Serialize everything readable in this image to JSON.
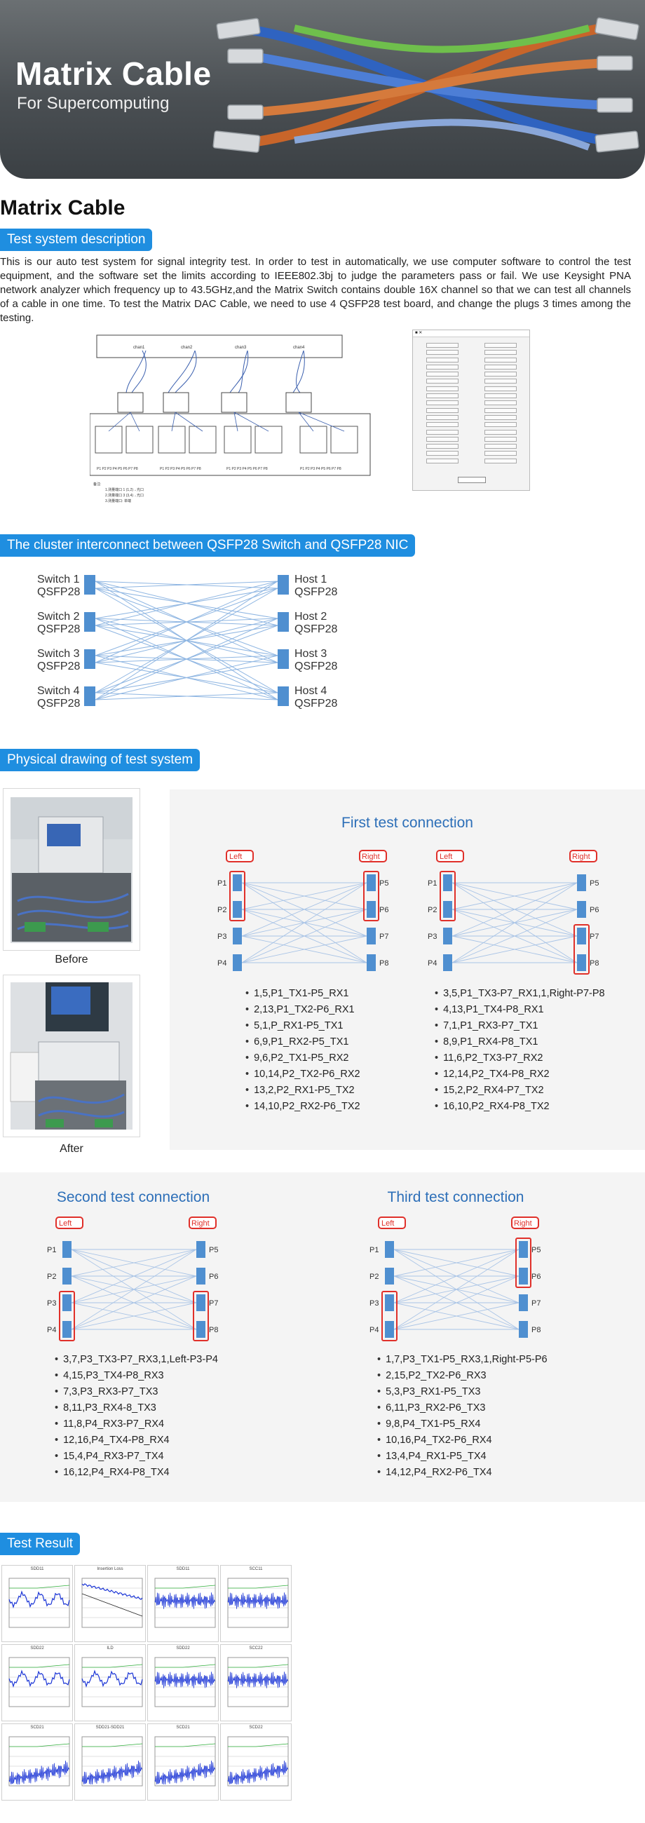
{
  "hero": {
    "title": "Matrix Cable",
    "subtitle": "For Supercomputing"
  },
  "page_title": "Matrix Cable",
  "sections": {
    "test_system": "Test system description",
    "cluster": "The cluster interconnect between QSFP28 Switch and QSFP28 NIC",
    "physical": "Physical drawing of test system",
    "result": "Test Result"
  },
  "description": "This is our auto test system for signal integrity test. In order to test in automatically, we use computer software to control the test equipment, and the software set the limits according to IEEE802.3bj to judge the parameters pass or fail. We use Keysight PNA network analyzer which frequency up to 43.5GHz,and the Matrix Switch contains double 16X channel so that we can test all channels of a cable in one time. To test the Matrix DAC Cable, we need to use 4 QSFP28 test board, and change the plugs 3 times among the testing.",
  "diagram": {
    "boxes": [
      "chan1",
      "chan2",
      "chan3",
      "chan4"
    ],
    "notes": [
      "备注:",
      "1.测量端口 1 (1,2)→光口",
      "2.测量端口 3 (3,4)→光口",
      "3.测量端口: 单端"
    ]
  },
  "cluster": {
    "left": [
      {
        "l1": "Switch 1",
        "l2": "QSFP28"
      },
      {
        "l1": "Switch 2",
        "l2": "QSFP28"
      },
      {
        "l1": "Switch 3",
        "l2": "QSFP28"
      },
      {
        "l1": "Switch 4",
        "l2": "QSFP28"
      }
    ],
    "right": [
      {
        "l1": "Host 1",
        "l2": "QSFP28"
      },
      {
        "l1": "Host 2",
        "l2": "QSFP28"
      },
      {
        "l1": "Host 3",
        "l2": "QSFP28"
      },
      {
        "l1": "Host 4",
        "l2": "QSFP28"
      }
    ]
  },
  "photos": {
    "before": "Before",
    "after": "After"
  },
  "connections": {
    "first": {
      "title": "First test connection"
    },
    "second": {
      "title": "Second test connection"
    },
    "third": {
      "title": "Third test connection"
    },
    "left_tag": "Left",
    "right_tag": "Right",
    "ports_left_a": [
      "P1",
      "P2",
      "P3",
      "P4"
    ],
    "ports_right_a": [
      "P5",
      "P6",
      "P7",
      "P8"
    ]
  },
  "lists": {
    "first_a": [
      "1,5,P1_TX1-P5_RX1",
      "2,13,P1_TX2-P6_RX1",
      "5,1,P_RX1-P5_TX1",
      "6,9,P1_RX2-P5_TX1",
      "9,6,P2_TX1-P5_RX2",
      "10,14,P2_TX2-P6_RX2",
      "13,2,P2_RX1-P5_TX2",
      "14,10,P2_RX2-P6_TX2"
    ],
    "first_b": [
      "3,5,P1_TX3-P7_RX1,1,Right-P7-P8",
      "4,13,P1_TX4-P8_RX1",
      "7,1,P1_RX3-P7_TX1",
      "8,9,P1_RX4-P8_TX1",
      "11,6,P2_TX3-P7_RX2",
      "12,14,P2_TX4-P8_RX2",
      "15,2,P2_RX4-P7_TX2",
      "16,10,P2_RX4-P8_TX2"
    ],
    "second": [
      "3,7,P3_TX3-P7_RX3,1,Left-P3-P4",
      "4,15,P3_TX4-P8_RX3",
      "7,3,P3_RX3-P7_TX3",
      "8,11,P3_RX4-8_TX3",
      "11,8,P4_RX3-P7_RX4",
      "12,16,P4_TX4-P8_RX4",
      "15,4,P4_RX3-P7_TX4",
      "16,12,P4_RX4-P8_TX4"
    ],
    "third": [
      "1,7,P3_TX1-P5_RX3,1,Right-P5-P6",
      "2,15,P2_TX2-P6_RX3",
      "5,3,P3_RX1-P5_TX3",
      "6,11,P3_RX2-P6_TX3",
      "9,8,P4_TX1-P5_RX4",
      "10,16,P4_TX2-P6_RX4",
      "13,4,P4_RX1-P5_TX4",
      "14,12,P4_RX2-P6_TX4"
    ]
  },
  "result_panels": [
    "SDD11",
    "Insertion Loss",
    "SDD11",
    "SCC11",
    "SDD22",
    "ILD",
    "SDD22",
    "SCC22",
    "SCD21",
    "SDD21-SDD21",
    "SCD21",
    "SCD22"
  ],
  "colors": {
    "accent": "#1f8ee0",
    "title_blue": "#2d6fb8",
    "red_box": "#e0302a",
    "port_blue": "#4f8fd0"
  }
}
